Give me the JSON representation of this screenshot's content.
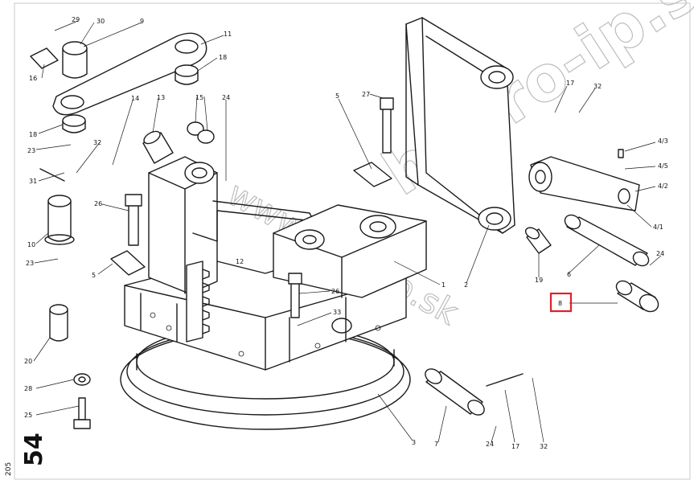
{
  "page_number": "54",
  "sheet_code": "205",
  "watermark": {
    "diagonal_top": "hydro-ip.sk",
    "center": "www.hydrop.sk"
  },
  "highlight": {
    "label": "8",
    "box_color": "#e0202a"
  },
  "callouts": [
    "29",
    "30",
    "9",
    "11",
    "16",
    "18",
    "18",
    "23",
    "14",
    "13",
    "15",
    "24",
    "5",
    "27",
    "17",
    "32",
    "4/3",
    "4/5",
    "4/2",
    "4/1",
    "31",
    "32",
    "26",
    "10",
    "23",
    "5",
    "12",
    "26",
    "33",
    "1",
    "2",
    "19",
    "6",
    "24",
    "20",
    "28",
    "25",
    "3",
    "7",
    "24",
    "17",
    "32"
  ]
}
